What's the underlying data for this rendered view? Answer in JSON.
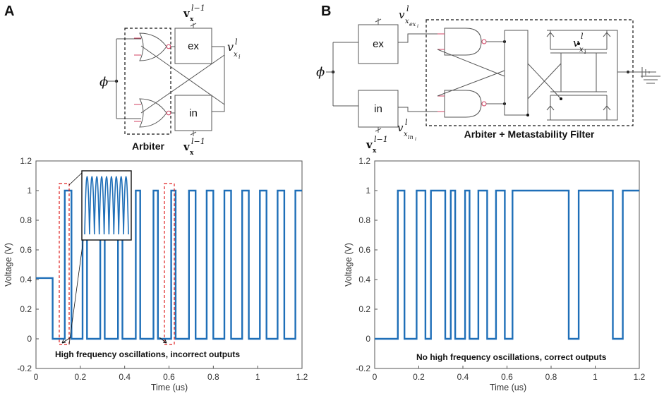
{
  "panels": {
    "a": "A",
    "b": "B"
  },
  "circuit_a": {
    "block_ex": "ex",
    "block_in": "in",
    "phi": "ϕ",
    "top_bus": "v",
    "top_bus_sup": "l−1",
    "bottom_bus": "v",
    "bottom_bus_sup": "l−1",
    "output": "v",
    "output_sup": "l",
    "caption": "Arbiter"
  },
  "circuit_b": {
    "block_ex": "ex",
    "block_in": "in",
    "phi": "ϕ",
    "ex_out": "v",
    "ex_out_sup": "l",
    "in_out": "v",
    "in_out_sup": "l",
    "bus": "v",
    "bus_sup": "l−1",
    "node": "v",
    "node_sup": "l",
    "caption": "Arbiter + Metastability Filter"
  },
  "chart_data": [
    {
      "type": "line",
      "xlabel": "Time (us)",
      "ylabel": "Voltage (V)",
      "xlim": [
        0,
        1.2
      ],
      "ylim": [
        -0.2,
        1.2
      ],
      "xticks": [
        "0",
        "0.2",
        "0.4",
        "0.6",
        "0.8",
        "1",
        "1.2"
      ],
      "yticks": [
        "-0.2",
        "0",
        "0.2",
        "0.4",
        "0.6",
        "0.8",
        "1",
        "1.2"
      ],
      "annotation": "High frequency oscillations, incorrect outputs",
      "series": [
        {
          "x": [
            0,
            0.075,
            0.075,
            0.13,
            0.13,
            0.16,
            0.16,
            0.21,
            0.21,
            0.23,
            0.23,
            0.29,
            0.29,
            0.31,
            0.31,
            0.37,
            0.37,
            0.39,
            0.39,
            0.45,
            0.45,
            0.47,
            0.47,
            0.53,
            0.53,
            0.55,
            0.55,
            0.61,
            0.61,
            0.63,
            0.63,
            0.69,
            0.69,
            0.72,
            0.72,
            0.77,
            0.77,
            0.8,
            0.8,
            0.85,
            0.85,
            0.88,
            0.88,
            0.93,
            0.93,
            0.96,
            0.96,
            1.01,
            1.01,
            1.04,
            1.04,
            1.09,
            1.09,
            1.12,
            1.12,
            1.17,
            1.17,
            1.2
          ],
          "y": [
            0.41,
            0.41,
            0,
            0,
            1,
            1,
            0,
            0,
            1,
            1,
            0,
            0,
            1,
            1,
            0,
            0,
            1,
            1,
            0,
            0,
            1,
            1,
            0,
            0,
            1,
            1,
            0,
            0,
            1,
            1,
            0,
            0,
            1,
            1,
            0,
            0,
            1,
            1,
            0,
            0,
            1,
            1,
            0,
            0,
            1,
            1,
            0,
            0,
            1,
            1,
            0,
            0,
            1,
            1,
            0,
            0,
            1,
            1
          ]
        }
      ]
    },
    {
      "type": "line",
      "xlabel": "Time (us)",
      "ylabel": "Voltage (V)",
      "xlim": [
        0,
        1.2
      ],
      "ylim": [
        -0.2,
        1.2
      ],
      "xticks": [
        "0",
        "0.2",
        "0.4",
        "0.6",
        "0.8",
        "1",
        "1.2"
      ],
      "yticks": [
        "-0.2",
        "0",
        "0.2",
        "0.4",
        "0.6",
        "0.8",
        "1",
        "1.2"
      ],
      "annotation": "No high frequency oscillations, correct outputs",
      "series": [
        {
          "x": [
            0,
            0.105,
            0.105,
            0.135,
            0.135,
            0.19,
            0.19,
            0.23,
            0.23,
            0.255,
            0.255,
            0.32,
            0.32,
            0.345,
            0.345,
            0.365,
            0.365,
            0.41,
            0.41,
            0.43,
            0.43,
            0.47,
            0.47,
            0.51,
            0.51,
            0.55,
            0.55,
            0.59,
            0.59,
            0.625,
            0.625,
            0.88,
            0.88,
            0.925,
            0.925,
            1.08,
            1.08,
            1.125,
            1.125,
            1.18,
            1.18,
            1.2
          ],
          "y": [
            0,
            0,
            1,
            1,
            0,
            0,
            1,
            1,
            0,
            0,
            1,
            1,
            0,
            0,
            1,
            1,
            0,
            0,
            1,
            1,
            0,
            0,
            1,
            1,
            0,
            0,
            1,
            1,
            0,
            0,
            1,
            1,
            0,
            0,
            1,
            1,
            0,
            0,
            1,
            1,
            1,
            1
          ]
        }
      ]
    }
  ]
}
